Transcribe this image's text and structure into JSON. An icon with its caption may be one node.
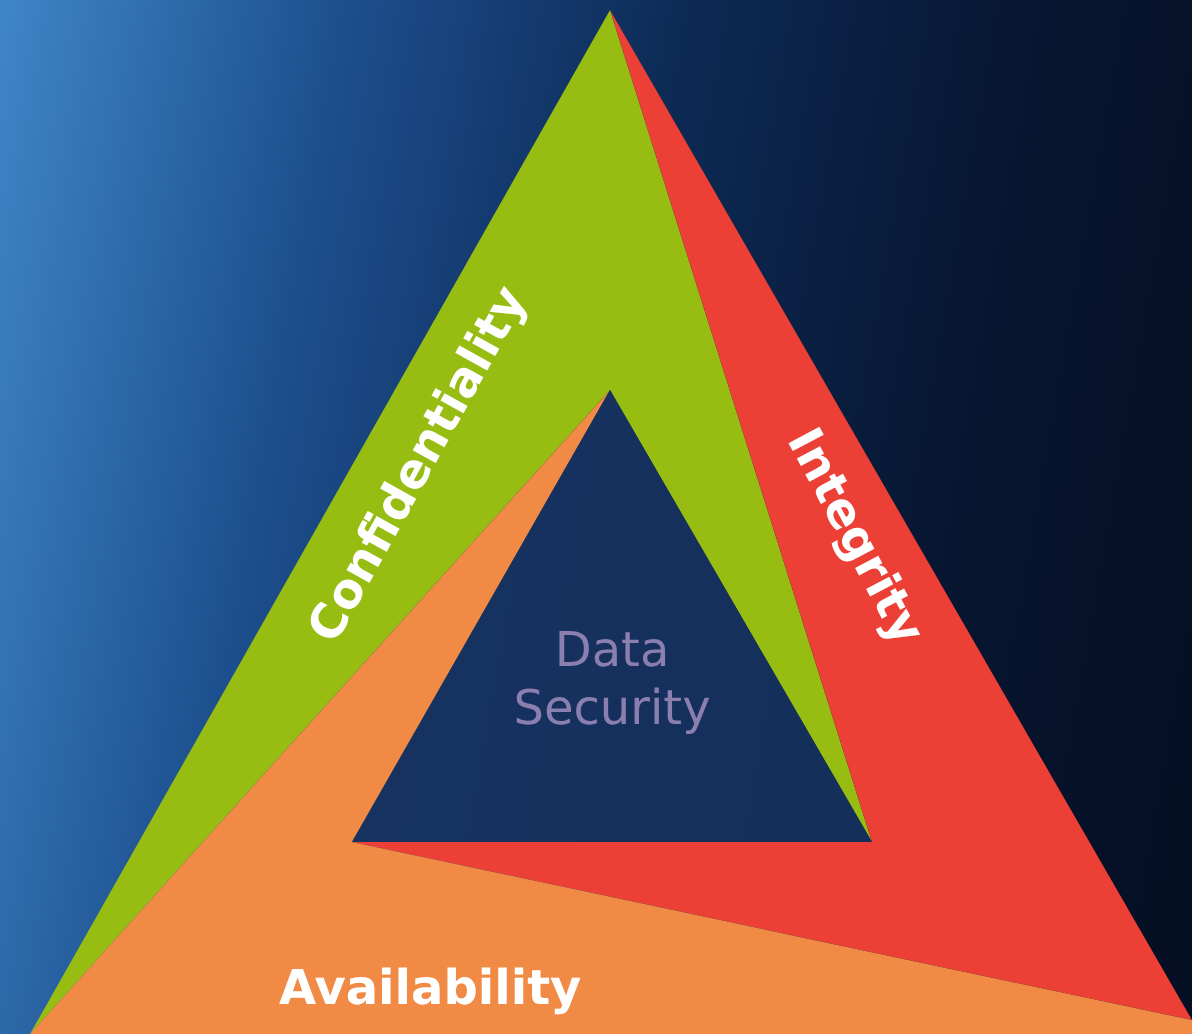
{
  "diagram": {
    "nodes": [
      {
        "text": [
          "Confidentiality"
        ]
      },
      {
        "text": [
          "Integrity"
        ]
      },
      {
        "text": [
          "Availability"
        ]
      },
      {
        "text": [
          "Data Security"
        ]
      }
    ]
  }
}
